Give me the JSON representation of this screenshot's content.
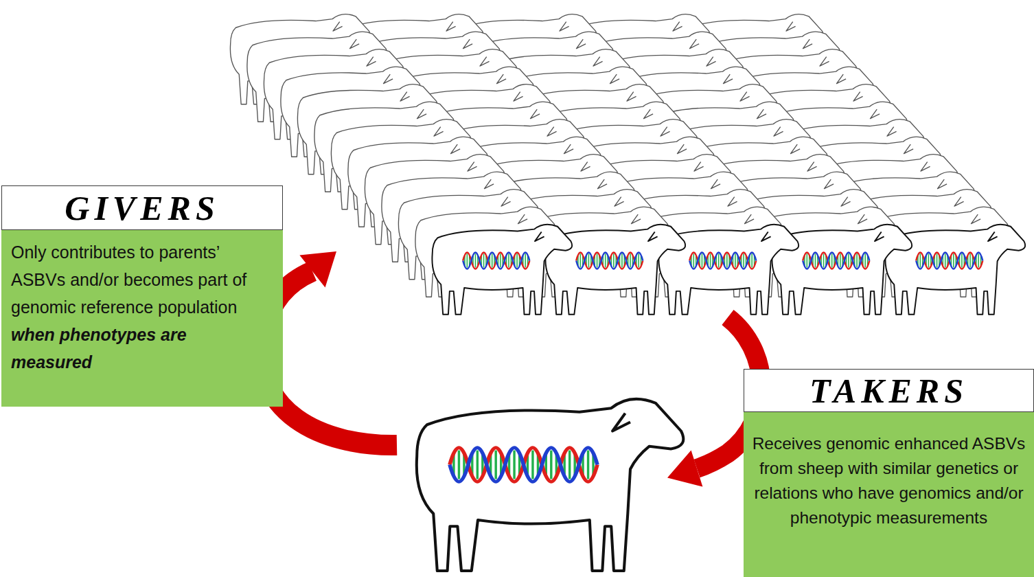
{
  "diagram": {
    "nodes": [
      {
        "text": [
          "GIVERS",
          "Only contributes to parents’ ASBVs and/or becomes part of genomic reference population",
          "when phenotypes are measured"
        ]
      },
      {
        "text": [
          "TAKERS",
          "Receives genomic enhanced ASBVs from sheep with similar genetics or relations who have genomics and/or phenotypic measurements"
        ]
      }
    ]
  }
}
